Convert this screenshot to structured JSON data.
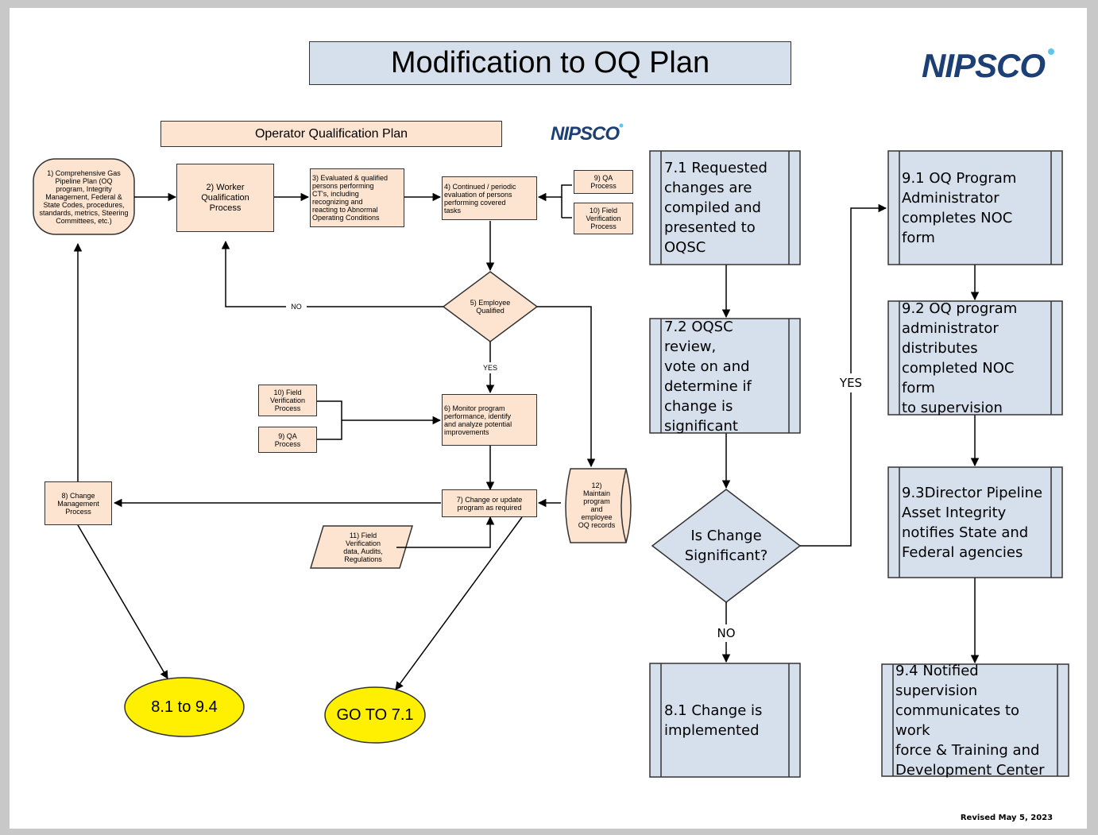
{
  "title": "Modification to OQ Plan",
  "logo": "NIPSCO",
  "colors": {
    "peach": "#fce4d0",
    "blue_gray": "#d6dfec",
    "yellow": "#ffef00",
    "logo": "#1c3f75"
  },
  "left_flow": {
    "header": "Operator Qualification Plan",
    "n1": "1) Comprehensive Gas\nPipeline Plan (OQ\nprogram, Integrity\nManagement, Federal &\nState Codes, procedures,\nstandards, metrics, Steering\nCommittees, etc.)",
    "n2": "2) Worker\nQualification\nProcess",
    "n3": "3) Evaluated & qualified\npersons performing\nCT's, including\nrecognizing and\nreacting to Abnormal\nOperating Conditions",
    "n4": "4) Continued / periodic\nevaluation of persons\nperforming covered\ntasks",
    "n9a": "9) QA\nProcess",
    "n10a": "10) Field\nVerification\nProcess",
    "n5": "5) Employee\nQualified",
    "no": "NO",
    "yes": "YES",
    "n10b": "10) Field\nVerification\nProcess",
    "n9b": "9) QA\nProcess",
    "n6": "6) Monitor program\nperformance, identify\nand analyze potential\nimprovements",
    "n12": "12)\nMaintain\nprogram\nand\nemployee\nOQ records",
    "n8": "8) Change\nManagement\nProcess",
    "n7": "7) Change or update\nprogram as required",
    "n11": "11) Field\nVerification\ndata, Audits,\nRegulations",
    "t1": "8.1 to 9.4",
    "t2": "GO TO 7.1"
  },
  "right_flow": {
    "s71": "7.1 Requested\nchanges are\ncompiled and\npresented to\nOQSC",
    "s72": "7.2 OQSC review,\nvote on and\ndetermine if\nchange is\nsignificant",
    "decision": "Is Change\nSignificant?",
    "yes": "YES",
    "no": "NO",
    "s81": "8.1 Change is\nimplemented",
    "s91": "9.1 OQ Program\nAdministrator\ncompletes NOC form",
    "s92": "9.2 OQ program\nadministrator\ndistributes\ncompleted NOC form\nto supervision",
    "s93": "9.3Director Pipeline\nAsset Integrity\nnotifies State and\nFederal agencies",
    "s94": "9.4 Notified\nsupervision\ncommunicates to work\nforce & Training and\nDevelopment Center"
  },
  "footer": "Revised May 5, 2023"
}
